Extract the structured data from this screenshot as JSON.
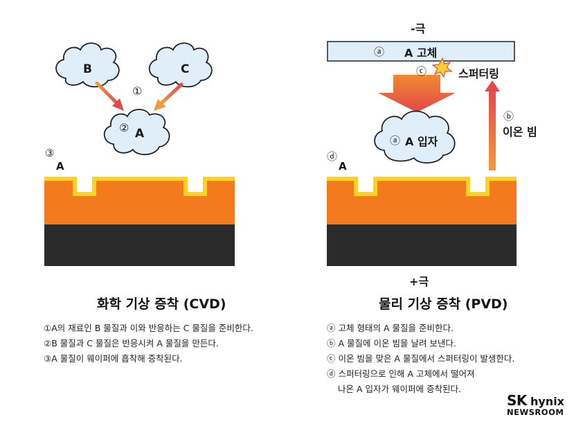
{
  "colors": {
    "cloud_fill": "#dfeef9",
    "cloud_stroke": "#222222",
    "arrow_orange": "#f0843a",
    "arrow_red": "#e24a4a",
    "substrate_orange": "#f47a20",
    "substrate_yellow": "#ffd21f",
    "substrate_black": "#2b2b2b",
    "target_fill": "#dfeef9"
  },
  "cvd": {
    "cloud_b": "B",
    "cloud_c": "C",
    "marker_1": "①",
    "cloud_a_marker": "②",
    "cloud_a_label": "A",
    "deposit_marker": "③",
    "deposit_label": "A",
    "title": "화학 기상 증착 (CVD)",
    "steps": [
      {
        "marker": "①",
        "text": "A의 재료인 B 물질과 이와 반응하는 C 물질을 준비한다."
      },
      {
        "marker": "②",
        "text": "B 물질과 C 물질은 반응시켜 A 물질을 만든다."
      },
      {
        "marker": "③",
        "text": "A 물질이 웨이퍼에 흡착해 증착된다."
      }
    ]
  },
  "pvd": {
    "cathode": "-극",
    "anode": "+극",
    "target_marker": "ⓐ",
    "target_label": "A 고체",
    "sputter_marker": "ⓒ",
    "sputter_label": "스퍼터링",
    "beam_marker": "ⓑ",
    "beam_label": "이온 빔",
    "cloud_marker": "ⓐ",
    "cloud_label": "A 입자",
    "deposit_marker": "ⓓ",
    "deposit_label": "A",
    "title": "물리 기상 증착 (PVD)",
    "steps": [
      {
        "marker": "ⓐ",
        "text": "고체 형태의 A 물질을 준비한다."
      },
      {
        "marker": "ⓑ",
        "text": "A 물질에 이온 빔을 날려 보낸다."
      },
      {
        "marker": "ⓒ",
        "text": "이온 빔을 맞은 A 물질에서 스퍼터링이 발생한다."
      },
      {
        "marker": "ⓓ",
        "text": "스퍼터링으로 인해 A 고체에서 떨어져"
      },
      {
        "marker": "",
        "text": "나온 A 입자가 웨이퍼에 증착된다."
      }
    ]
  },
  "logo": {
    "sk": "SK",
    "hynix": "hynix",
    "newsroom": "NEWSROOM"
  }
}
